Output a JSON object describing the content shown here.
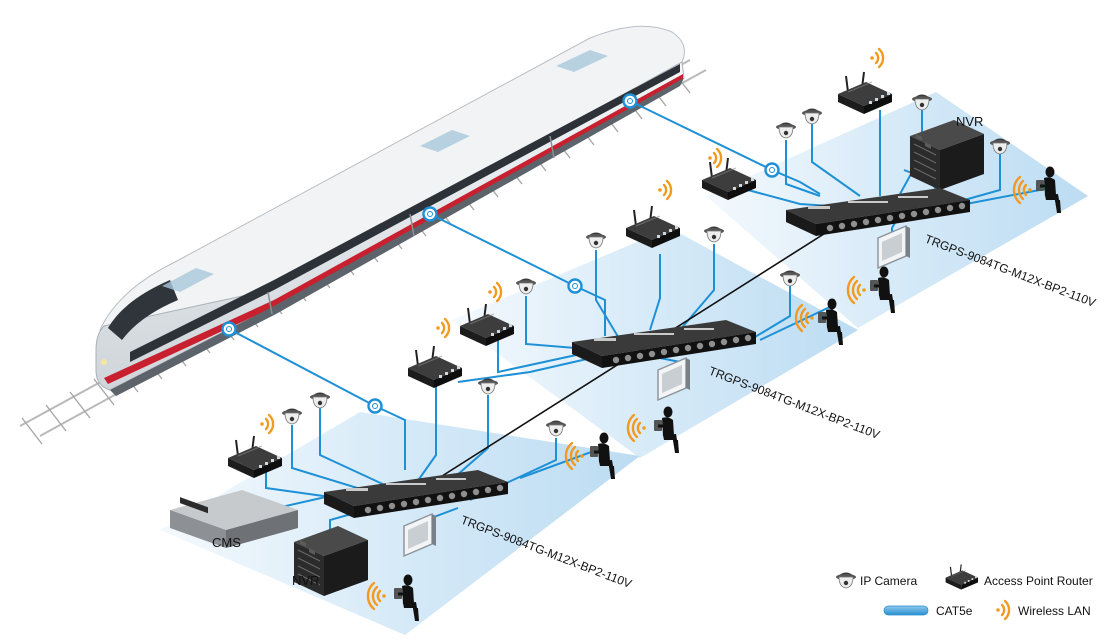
{
  "labels": {
    "cms": "CMS",
    "nvr_front": "NVR",
    "nvr_back": "NVR",
    "switch_front": "TRGPS-9084TG-M12X-BP2-110V",
    "switch_mid": "TRGPS-9084TG-M12X-BP2-110V",
    "switch_back": "TRGPS-9084TG-M12X-BP2-110V"
  },
  "legend": {
    "ip_camera": "IP Camera",
    "access_point_router": "Access Point Router",
    "cat5e": "CAT5e",
    "wireless_lan": "Wireless LAN"
  },
  "colors": {
    "platform": "#d9ecf9",
    "cable": "#1e90d6",
    "wireless": "#f39a1e",
    "train_stripe": "#c8202e",
    "device": "#2a2a2a"
  },
  "icons": [
    "train-icon",
    "ip-camera-icon",
    "access-point-router-icon",
    "switch-icon",
    "cms-server-icon",
    "nvr-icon",
    "display-monitor-icon",
    "seated-user-icon",
    "wireless-signal-icon"
  ]
}
